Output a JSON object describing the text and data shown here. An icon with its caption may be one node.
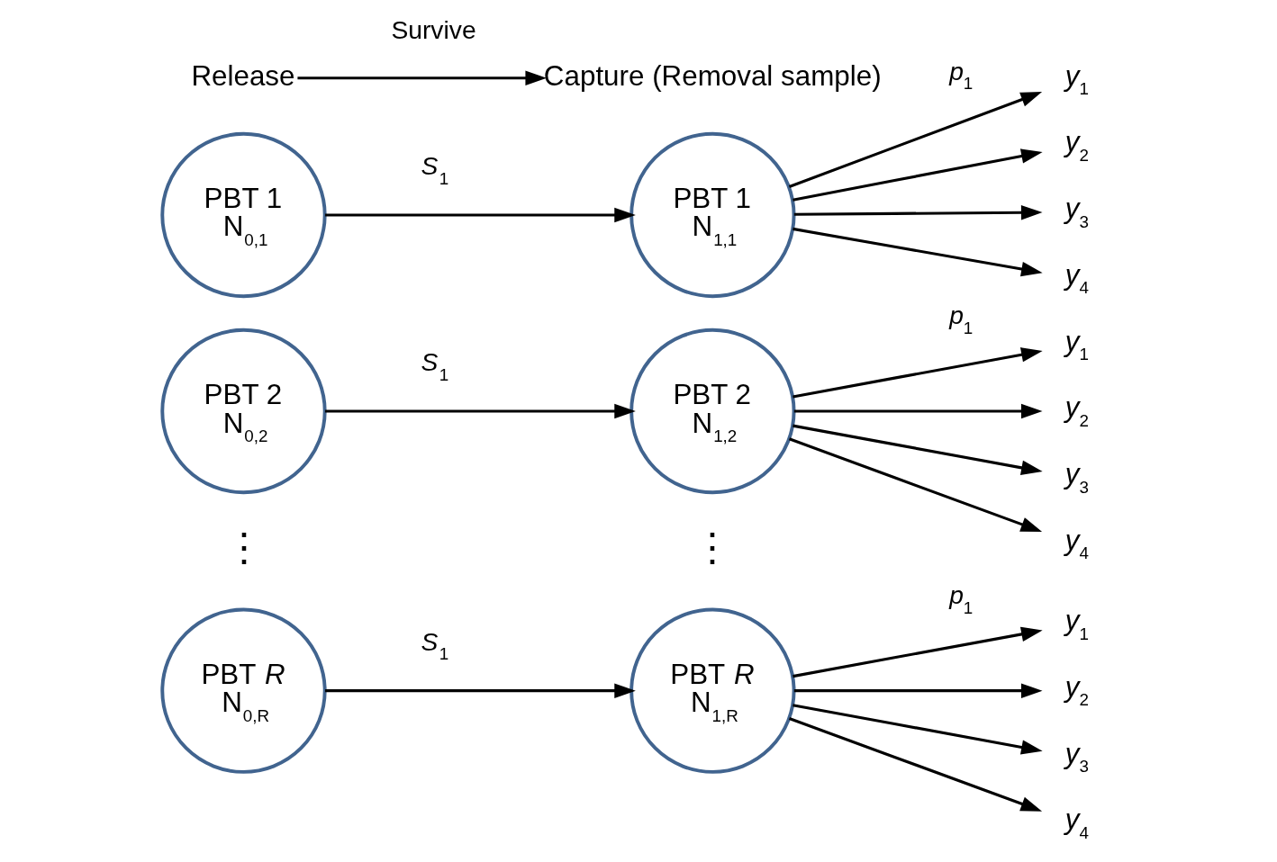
{
  "diagram": {
    "nodes": [
      {
        "text": [
          "Release"
        ]
      },
      {
        "text": [
          "Capture (Removal sample)"
        ]
      },
      {
        "text": [
          "PBT 1",
          "N$_{0,1}$"
        ]
      },
      {
        "text": [
          "PBT 1",
          "N$_{1,1}$"
        ]
      },
      {
        "text": [
          "*y*$_{1}$"
        ]
      },
      {
        "text": [
          "*y*$_{2}$"
        ]
      },
      {
        "text": [
          "*y*$_{3}$"
        ]
      },
      {
        "text": [
          "*y*$_{4}$"
        ]
      },
      {
        "text": [
          "PBT 2",
          "N$_{0,2}$"
        ]
      },
      {
        "text": [
          "PBT 2",
          "N$_{1,2}$"
        ]
      },
      {
        "text": [
          "*y*$_{1}$"
        ]
      },
      {
        "text": [
          "*y*$_{2}$"
        ]
      },
      {
        "text": [
          "*y*$_{3}$"
        ]
      },
      {
        "text": [
          "*y*$_{4}$"
        ]
      },
      {
        "text": [
          "PBT *R*",
          "N$_{0,R}$"
        ]
      },
      {
        "text": [
          "PBT *R*",
          "N$_{1,R}$"
        ]
      },
      {
        "text": [
          "*y*$_{1}$"
        ]
      },
      {
        "text": [
          "*y*$_{2}$"
        ]
      },
      {
        "text": [
          "*y*$_{3}$"
        ]
      },
      {
        "text": [
          "*y*$_{4}$"
        ]
      }
    ],
    "edges": [
      {
        "from": 0,
        "to": 1,
        "arrow": "to",
        "label": "Survive"
      },
      {
        "from": 2,
        "to": 3,
        "arrow": "to",
        "label": "*S*$_{1}$"
      },
      {
        "from": 3,
        "to": 4,
        "arrow": "to",
        "label": "*p*$_{1}$"
      },
      {
        "from": 3,
        "to": 5,
        "arrow": "to"
      },
      {
        "from": 3,
        "to": 6,
        "arrow": "to"
      },
      {
        "from": 3,
        "to": 7,
        "arrow": "to"
      },
      {
        "from": 8,
        "to": 9,
        "arrow": "to",
        "label": "*S*$_{1}$"
      },
      {
        "from": 9,
        "to": 10,
        "arrow": "to",
        "label": "*p*$_{1}$"
      },
      {
        "from": 9,
        "to": 11,
        "arrow": "to"
      },
      {
        "from": 9,
        "to": 12,
        "arrow": "to"
      },
      {
        "from": 9,
        "to": 13,
        "arrow": "to"
      },
      {
        "from": 14,
        "to": 15,
        "arrow": "to",
        "label": "*S*$_{1}$"
      },
      {
        "from": 15,
        "to": 16,
        "arrow": "to",
        "label": "*p*$_{1}$"
      },
      {
        "from": 15,
        "to": 17,
        "arrow": "to"
      },
      {
        "from": 15,
        "to": 18,
        "arrow": "to"
      },
      {
        "from": 15,
        "to": 19,
        "arrow": "to"
      }
    ],
    "labels": [
      "⋮",
      "⋮"
    ]
  }
}
